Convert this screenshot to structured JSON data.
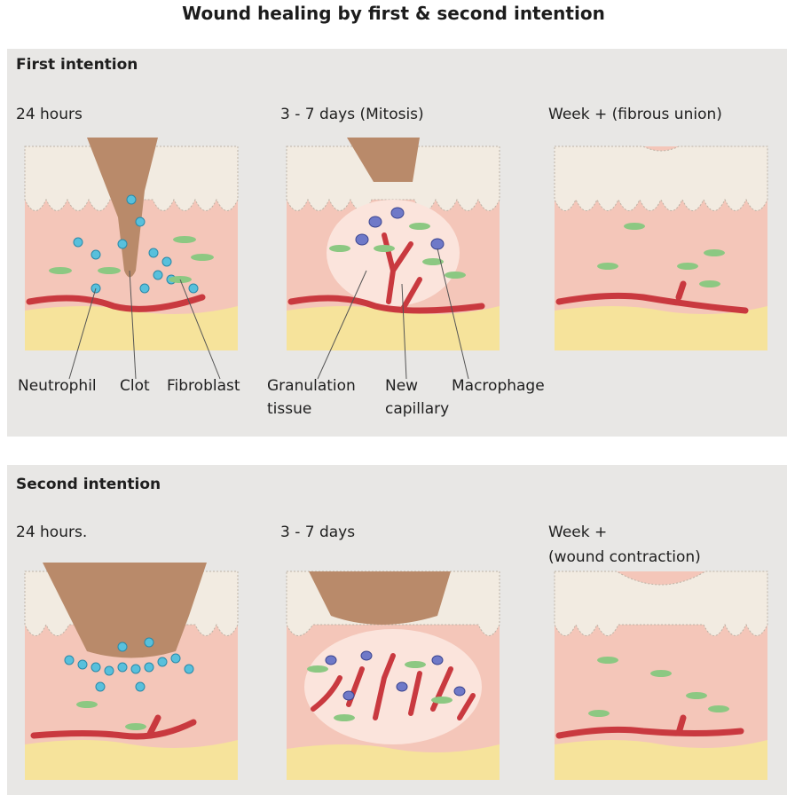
{
  "title": "Wound healing by first & second intention",
  "first_intention": {
    "heading": "First intention",
    "stages": [
      "24 hours",
      "3 - 7 days (Mitosis)",
      "Week + (fibrous union)"
    ],
    "labels": {
      "neutrophil": "Neutrophil",
      "clot": "Clot",
      "fibroblast": "Fibroblast",
      "granulation_1": "Granulation",
      "granulation_2": "tissue",
      "new_1": "New",
      "new_2": "capillary",
      "macrophage": "Macrophage"
    }
  },
  "second_intention": {
    "heading": "Second intention",
    "stages": [
      "24 hours.",
      "3 - 7 days",
      "Week +\n(wound contraction)"
    ]
  },
  "colors": {
    "panel": "#e8e7e5",
    "epidermis": "#f2ebe1",
    "dermis": "#f4c6b9",
    "fat": "#f6e39b",
    "clot": "#b98a6a",
    "vessel": "#c9393f",
    "neutrophil": "#58c0dc",
    "fibroblast": "#8cc882",
    "macrophage": "#6f79c8"
  }
}
